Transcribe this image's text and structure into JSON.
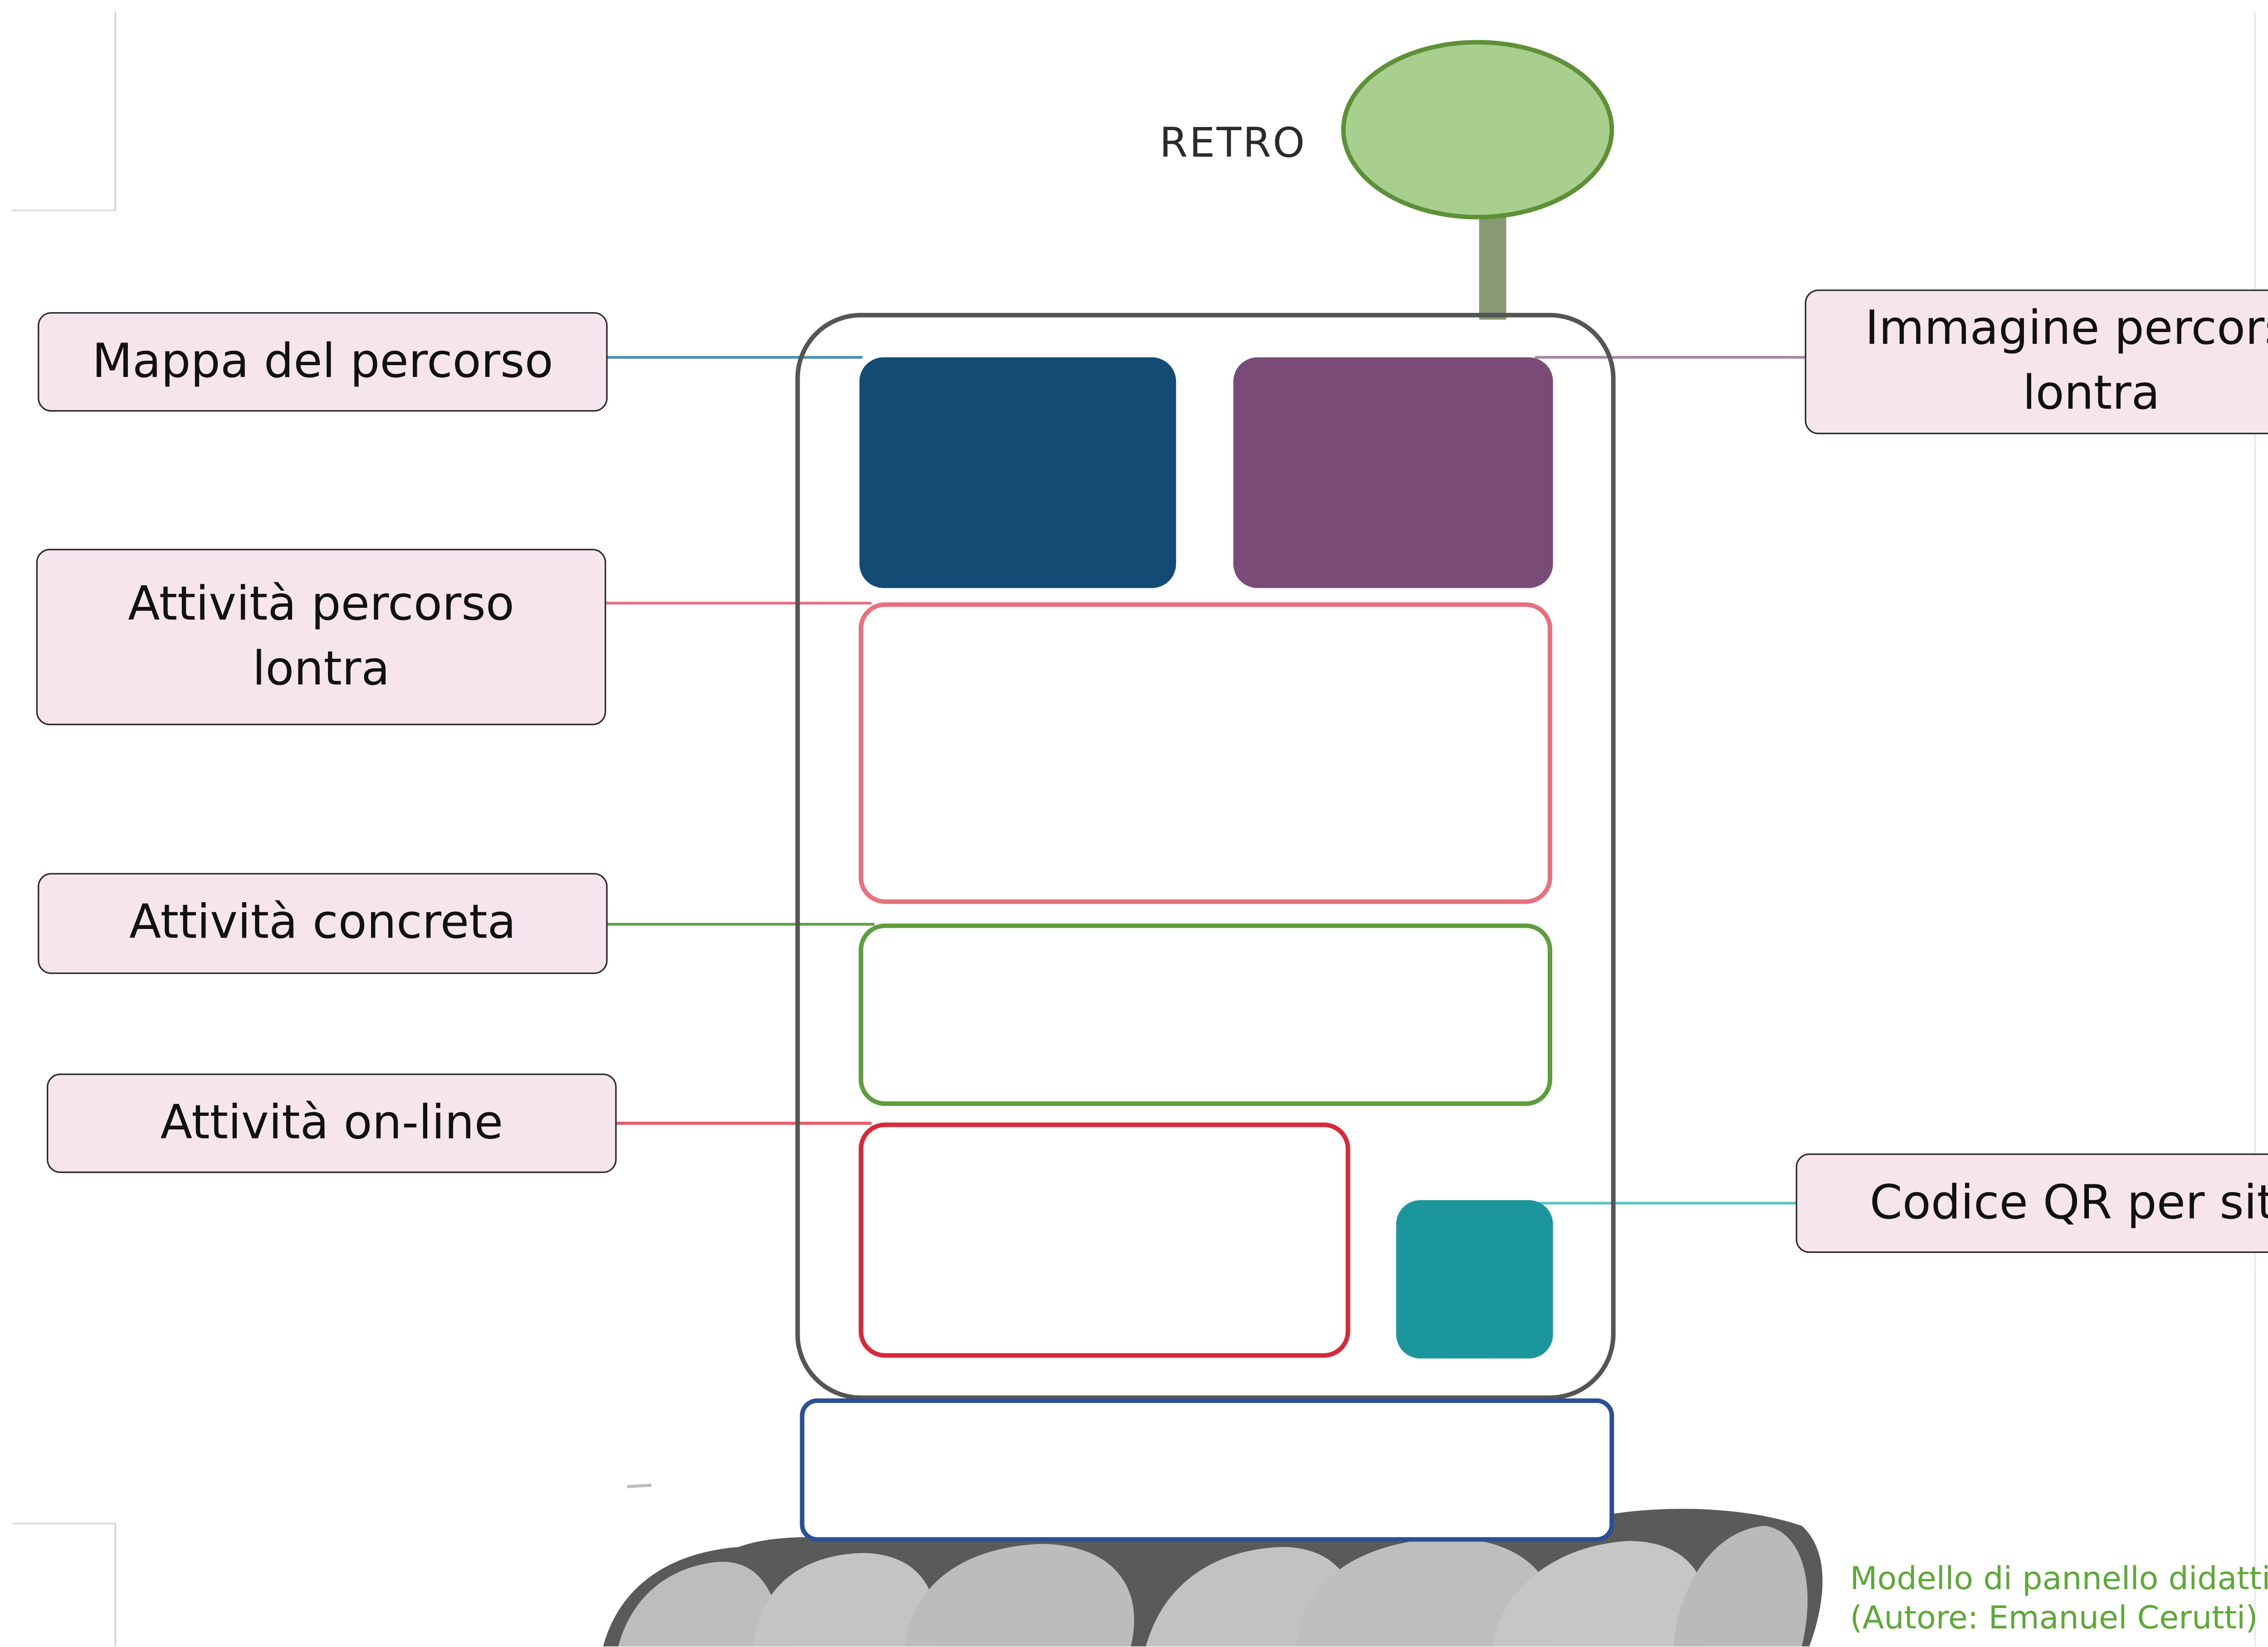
{
  "retro_label": "RETRO",
  "labels": {
    "mappa": "Mappa del percorso",
    "immagine": "Immagine percorso\nlontra",
    "attivita_percorso": "Attività percorso\nlontra",
    "attivita_concreta": "Attività concreta",
    "attivita_online": "Attività on-line",
    "qr": "Codice QR per sito"
  },
  "caption": {
    "line1": "Modello di pannello didattico, la",
    "line2": "(Autore: Emanuel Cerutti)"
  },
  "colors": {
    "label_fill": "#f7e5ee",
    "map_block": "#124c75",
    "image_block": "#7a4b76",
    "activity_lontra_border": "#e8707f",
    "activity_concrete_border": "#5e9e3f",
    "activity_online_border": "#d8283a",
    "qr_block": "#1b969c",
    "base_border": "#2a4f94",
    "tree_crown": "#a8cf8e",
    "tree_crown_border": "#5e9137",
    "tree_trunk": "#889a72",
    "caption_text": "#5ea83a"
  }
}
